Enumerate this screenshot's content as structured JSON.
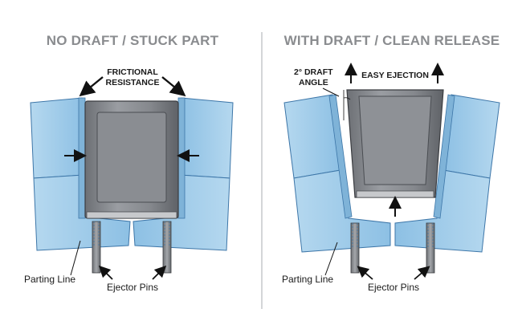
{
  "left_panel": {
    "title": "NO DRAFT / STUCK PART",
    "friction_line1": "FRICTIONAL",
    "friction_line2": "RESISTANCE",
    "parting_line": "Parting Line",
    "ejector_pins": "Ejector Pins"
  },
  "right_panel": {
    "title": "WITH DRAFT / CLEAN RELEASE",
    "draft_line1": "2° DRAFT",
    "draft_line2": "ANGLE",
    "easy_ejection": "EASY EJECTION",
    "parting_line": "Parting Line",
    "ejector_pins": "Ejector Pins"
  },
  "colors": {
    "mold_blue": "#9ccae8",
    "mold_blue_dark": "#7fb3d8",
    "mold_edge": "#3d76a8",
    "part_gray": "#8e9196",
    "part_dark": "#5d6065",
    "title_gray": "#8a8c8f",
    "divider": "#b8babd"
  }
}
